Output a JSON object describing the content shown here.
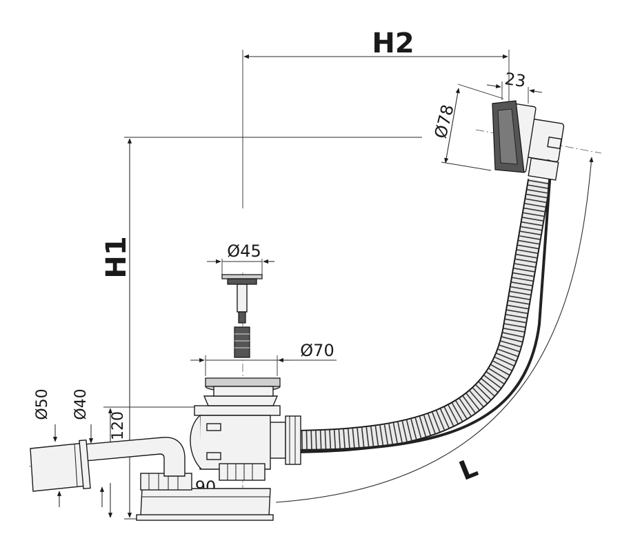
{
  "dimensions": {
    "h2": "H2",
    "h1": "H1",
    "l": "L",
    "d78": "Ø78",
    "w23": "23",
    "d45": "Ø45",
    "d70": "Ø70",
    "d50": "Ø50",
    "d40": "Ø40",
    "h120": "120",
    "w90": "90"
  },
  "colors": {
    "line": "#1a1a1a",
    "hose": "#dcdcdc",
    "stopper": "#555555"
  }
}
